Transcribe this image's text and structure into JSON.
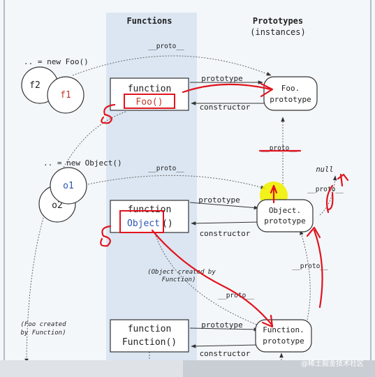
{
  "headers": {
    "functions": "Functions",
    "prototypes": "Prototypes",
    "instances": "(instances)"
  },
  "new_foo": ".. = new Foo()",
  "new_object": ".. = new Object()",
  "instances": {
    "f2": "f2",
    "f1": "f1",
    "o1": "o1",
    "o2": "o2"
  },
  "boxes": {
    "foo": {
      "keyword": "function",
      "name": "Foo()"
    },
    "object": {
      "keyword": "function",
      "name": "Object",
      "suffix": "()"
    },
    "function": {
      "keyword": "function",
      "name": "Function()"
    }
  },
  "prototypes": {
    "foo": {
      "line1": "Foo.",
      "line2": "prototype"
    },
    "object": {
      "line1": "Object.",
      "line2": "prototype"
    },
    "function": {
      "line1": "Function.",
      "line2": "prototype"
    }
  },
  "edge_labels": {
    "proto": "__proto__",
    "prototype": "prototype",
    "constructor": "constructor",
    "null": "null"
  },
  "notes": {
    "object_created_1": "(Object created by",
    "object_created_2": "Function)",
    "foo_created_1": "(Foo created",
    "foo_created_2": "by Function)"
  },
  "watermark": "@稀土掘金技术社区",
  "colors": {
    "annotation": "#e0141e",
    "highlight": "#f2f000",
    "column": "#dbe6f2",
    "foo_name": "#c0392b",
    "object_name": "#2c56b0"
  }
}
